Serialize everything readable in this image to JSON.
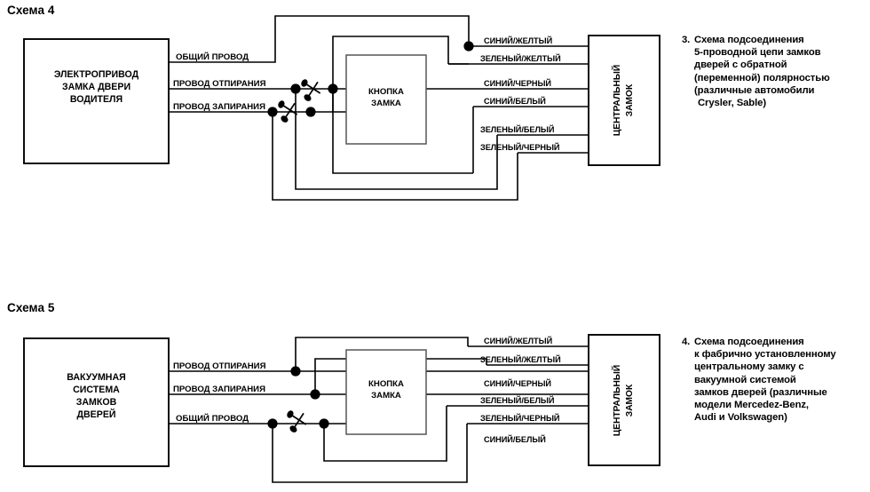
{
  "document": {
    "kind": "wiring-diagrams",
    "schemes": [
      {
        "id": "scheme-4",
        "title": "Схема 4",
        "source_box": {
          "lines": [
            "ЭЛЕКТРОПРИВОД",
            "ЗАМКА ДВЕРИ",
            "ВОДИТЕЛЯ"
          ]
        },
        "switch_box": {
          "lines": [
            "КНОПКА",
            "ЗАМКА"
          ]
        },
        "target_box": {
          "lines": [
            "ЦЕНТРАЛЬНЫЙ",
            "ЗАМОК"
          ]
        },
        "left_wire_labels": [
          "ОБЩИЙ ПРОВОД",
          "ПРОВОД ОТПИРАНИЯ",
          "ПРОВОД ЗАПИРАНИЯ"
        ],
        "right_wire_labels": [
          "СИНИЙ/ЖЕЛТЫЙ",
          "ЗЕЛЕНЫЙ/ЖЕЛТЫЙ",
          "СИНИЙ/ЧЕРНЫЙ",
          "СИНИЙ/БЕЛЫЙ",
          "ЗЕЛЕНЫЙ/БЕЛЫЙ",
          "ЗЕЛЕНЫЙ/ЧЕРНЫЙ"
        ],
        "cut_marks": 2,
        "junction_dots": 5,
        "note": {
          "number": "3.",
          "lines": [
            "Схема подсоединения",
            "5-проводной цепи замков",
            "дверей с обратной",
            "(переменной) полярностью",
            "(различные автомобили",
            "Crysler, Sable)"
          ]
        }
      },
      {
        "id": "scheme-5",
        "title": "Схема 5",
        "source_box": {
          "lines": [
            "ВАКУУМНАЯ",
            "СИСТЕМА",
            "ЗАМКОВ",
            "ДВЕРЕЙ"
          ]
        },
        "switch_box": {
          "lines": [
            "КНОПКА",
            "ЗАМКА"
          ]
        },
        "target_box": {
          "lines": [
            "ЦЕНТРАЛЬНЫЙ",
            "ЗАМОК"
          ]
        },
        "left_wire_labels": [
          "ПРОВОД ОТПИРАНИЯ",
          "ПРОВОД ЗАПИРАНИЯ",
          "ОБЩИЙ ПРОВОД"
        ],
        "right_wire_labels": [
          "СИНИЙ/ЖЕЛТЫЙ",
          "ЗЕЛЕНЫЙ/ЖЕЛТЫЙ",
          "СИНИЙ/ЧЕРНЫЙ",
          "ЗЕЛЕНЫЙ/БЕЛЫЙ",
          "ЗЕЛЕНЫЙ/ЧЕРНЫЙ",
          "СИНИЙ/БЕЛЫЙ"
        ],
        "cut_marks": 1,
        "junction_dots": 4,
        "note": {
          "number": "4.",
          "lines": [
            "Схема подсоединения",
            "к фабрично установленному",
            "центральному замку с",
            "вакуумной системой",
            "замков дверей (различные",
            "модели Mercedez-Benz,",
            "Audi и Volkswagen)"
          ]
        }
      }
    ],
    "colors": {
      "ink": "#000000",
      "paper": "#ffffff",
      "inner_box_stroke": "#555555"
    }
  }
}
